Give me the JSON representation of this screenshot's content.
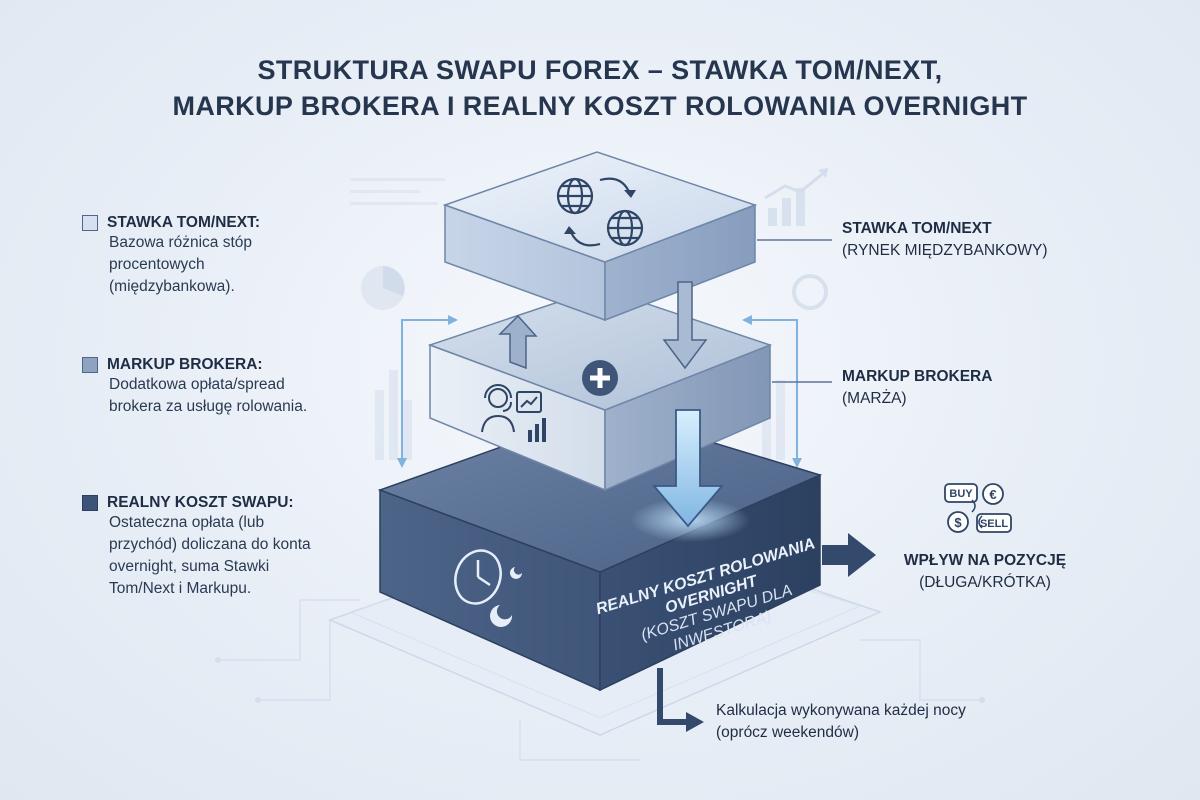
{
  "title": {
    "line1": "STRUKTURA SWAPU FOREX – STAWKA TOM/NEXT,",
    "line2": "MARKUP BROKERA I REALNY KOSZT ROLOWANIA OVERNIGHT"
  },
  "legend": [
    {
      "title": "STAWKA TOM/NEXT:",
      "desc": "Bazowa różnica stóp procentowych (międzybankowa).",
      "color": "#d5e1f0"
    },
    {
      "title": "MARKUP BROKERA:",
      "desc": "Dodatkowa opłata/spread brokera za usługę rolowania.",
      "color": "#8ea3c1"
    },
    {
      "title": "REALNY KOSZT SWAPU:",
      "desc": "Ostateczna opłata (lub przychód) doliczana do konta overnight, suma Stawki Tom/Next i Markupu.",
      "color": "#3c5478"
    }
  ],
  "right_labels": {
    "tomnext": {
      "title": "STAWKA TOM/NEXT",
      "sub": "(RYNEK MIĘDZYBANKOWY)"
    },
    "markup": {
      "title": "MARKUP BROKERA",
      "sub": "(MARŻA)"
    },
    "impact": {
      "title": "WPŁYW NA POZYCJĘ",
      "sub": "(DŁUGA/KRÓTKA)"
    }
  },
  "block_label": {
    "title": "REALNY KOSZT ROLOWANIA OVERNIGHT",
    "sub": "(KOSZT SWAPU DLA INWESTORA)"
  },
  "badges": {
    "buy": "BUY",
    "sell": "SELL",
    "dollar": "$",
    "euro": "€"
  },
  "note": {
    "line1": "Kalkulacja wykonywana każdej nocy",
    "line2": "(oprócz weekendów)"
  },
  "icons": [
    "globe-exchange-icon",
    "plus-icon",
    "broker-headset-icon",
    "clock-moon-icon",
    "buy-sell-currency-icon"
  ],
  "colors": {
    "top_block": "#dbe6f3",
    "middle_block": "#b3c3d9",
    "bottom_block": "#3f5679",
    "accent": "#2f4566",
    "highlight": "#8fc8ef"
  }
}
